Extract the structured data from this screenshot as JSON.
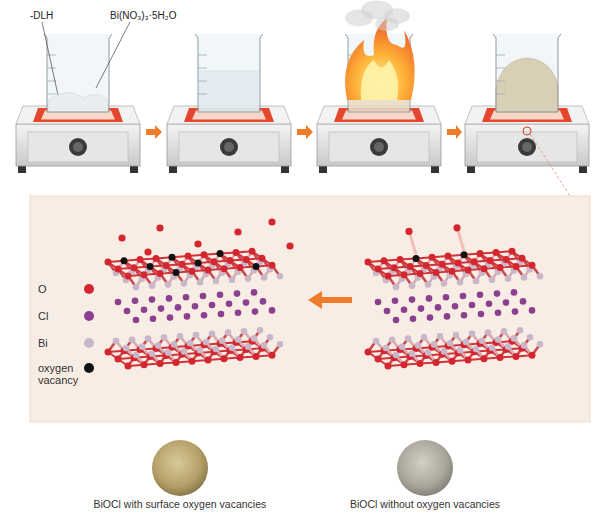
{
  "diagram": {
    "labels": [
      "-DLH",
      "Bi(NO₃)₃·5H₂O",
      "BiOCl with surface oxygen vacancies",
      "BiOCl without oxygen vacancies"
    ],
    "legend": [
      {
        "text": "O",
        "color": "#d4262e"
      },
      {
        "text": "Cl",
        "color": "#8b3f8f"
      },
      {
        "text": "Bi",
        "color": "#c9b6c9"
      },
      {
        "text": "oxygen vacancy",
        "color": "#111111"
      }
    ]
  }
}
